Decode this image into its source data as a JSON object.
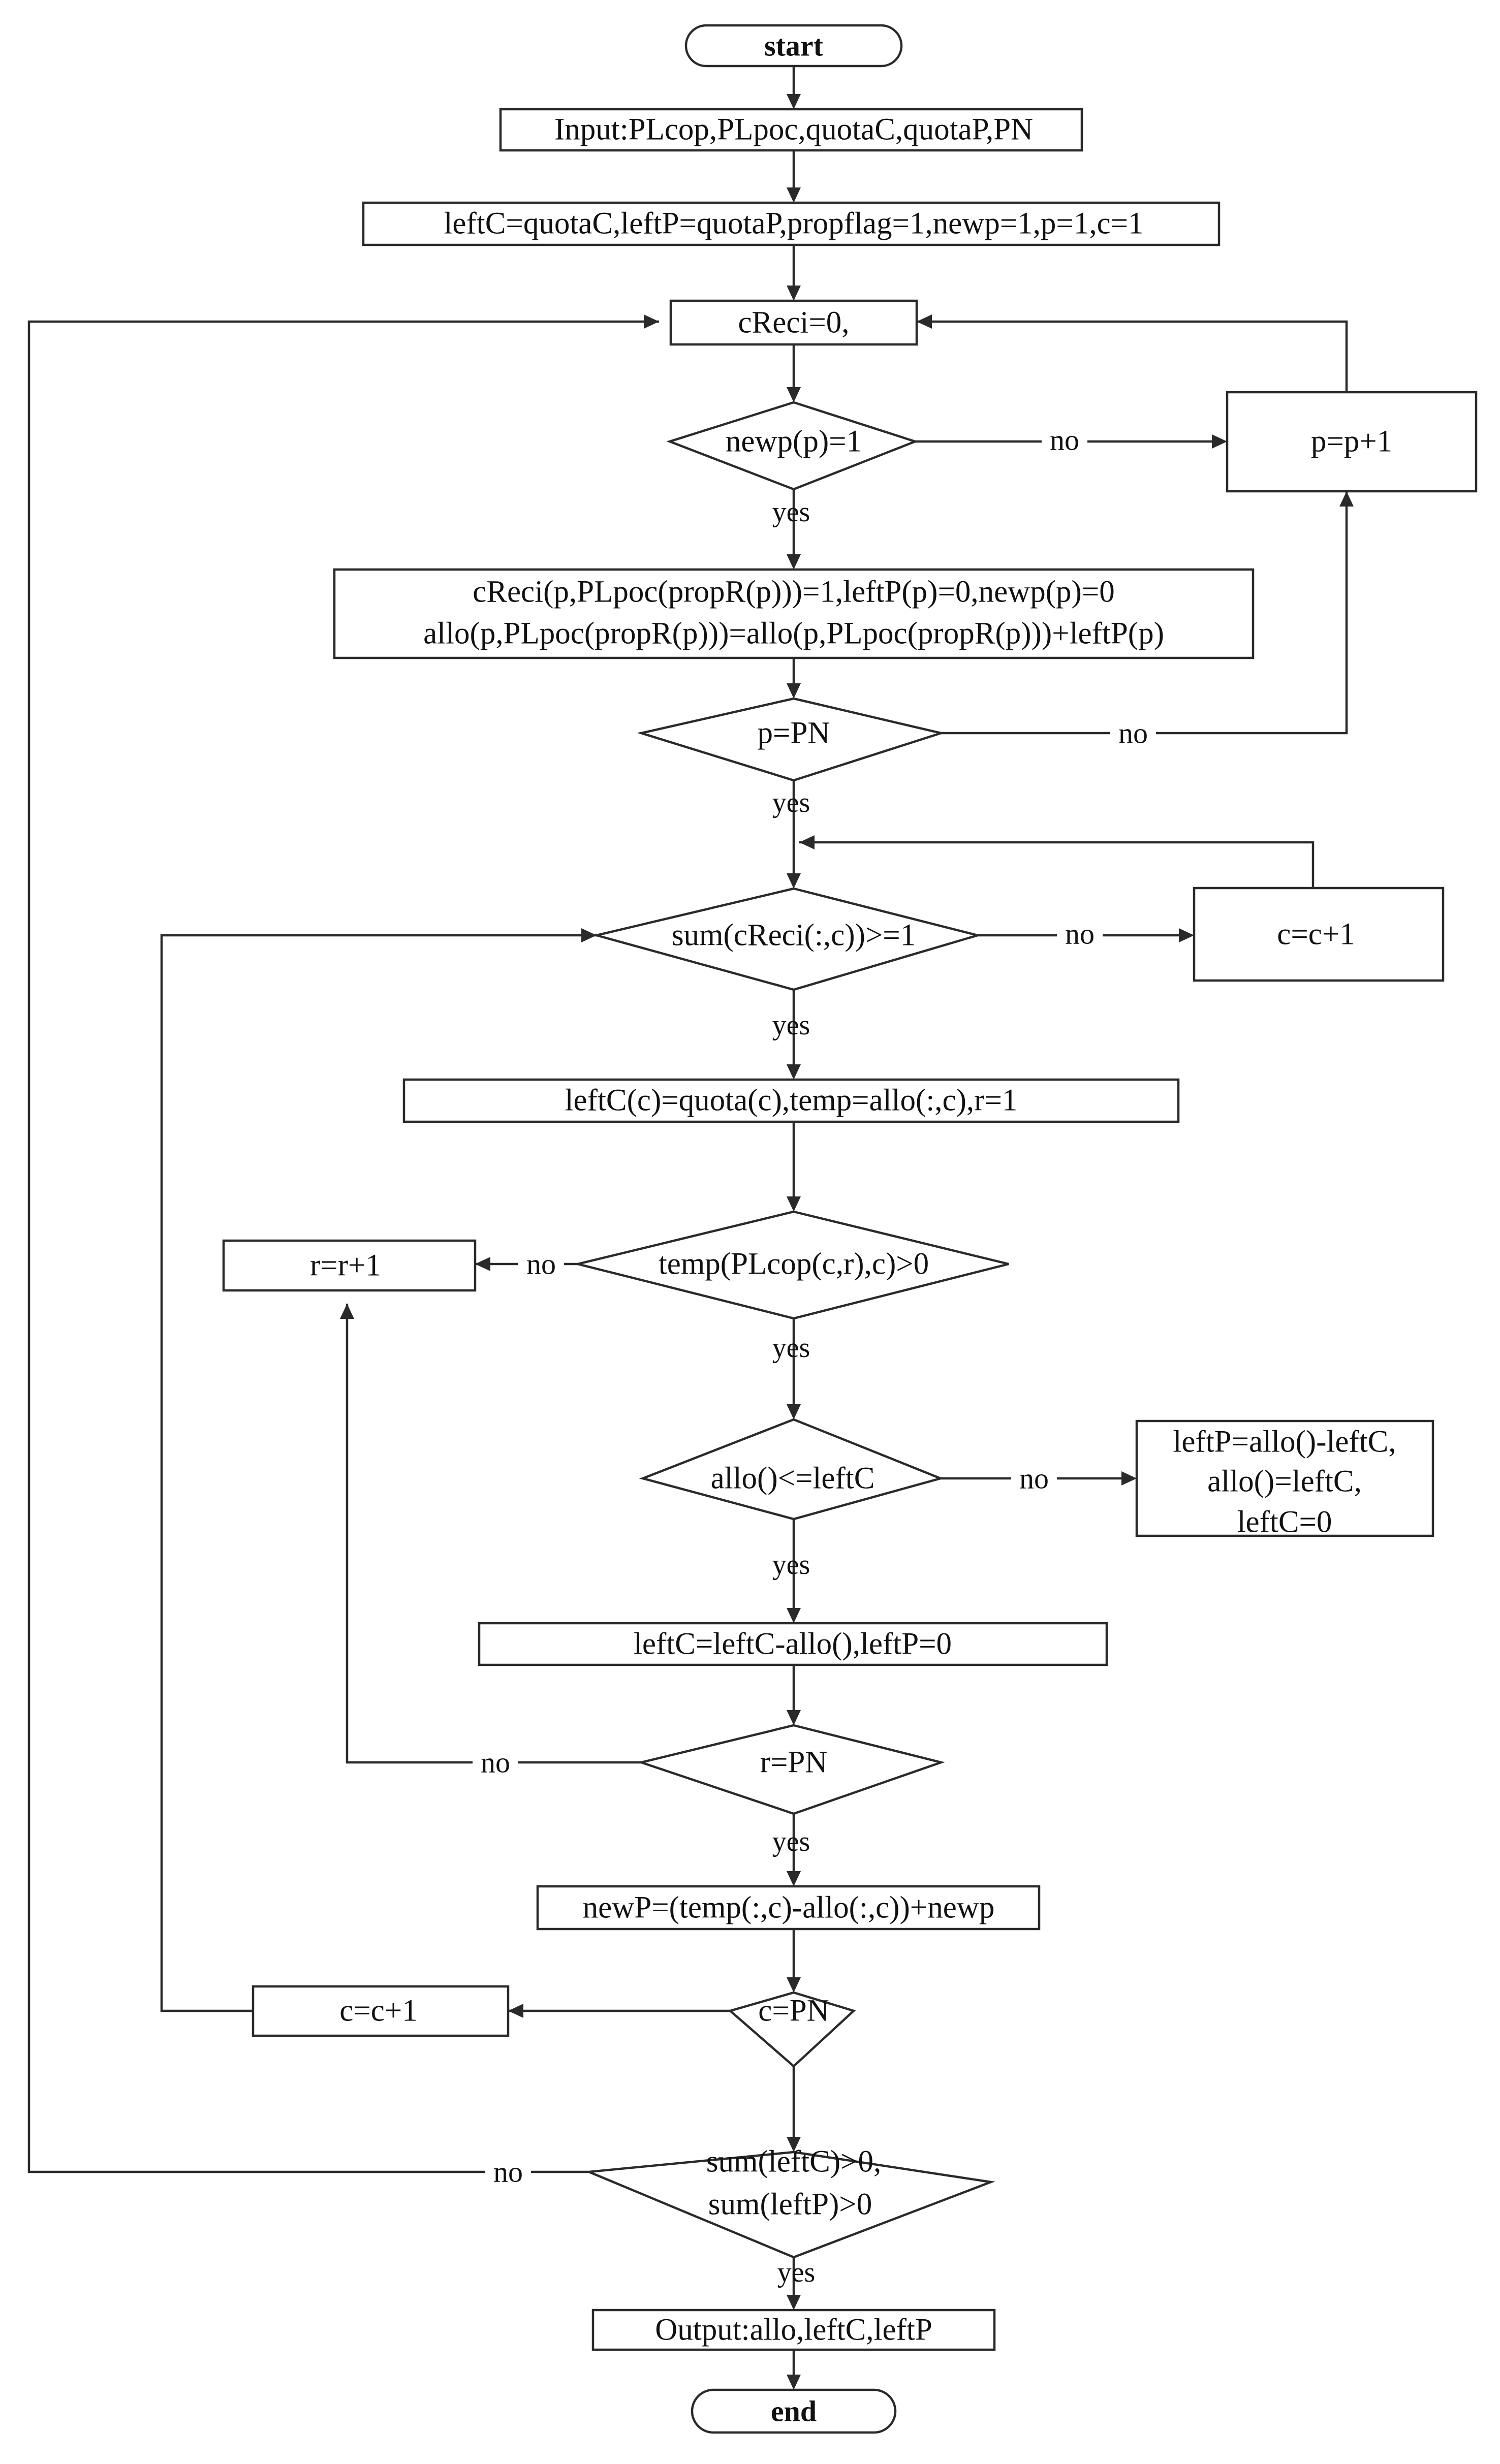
{
  "flowchart": {
    "start": "start",
    "end": "end",
    "input": "Input:PLcop,PLpoc,quotaC,quotaP,PN",
    "init": "leftC=quotaC,leftP=quotaP,propflag=1,newp=1,p=1,c=1",
    "creci_reset": "cReci=0,",
    "newp_check": "newp(p)=1",
    "p_increment": "p=p+1",
    "assign_line1": "cReci(p,PLpoc(propR(p)))=1,leftP(p)=0,newp(p)=0",
    "assign_line2": "allo(p,PLpoc(propR(p)))=allo(p,PLpoc(propR(p)))+leftP(p)",
    "p_eq_pn": "p=PN",
    "sum_creci_check": "sum(cReci(:,c))>=1",
    "c_increment_top": "c=c+1",
    "leftc_init": "leftC(c)=quota(c),temp=allo(:,c),r=1",
    "temp_check": "temp(PLcop(c,r),c)>0",
    "r_increment": "r=r+1",
    "allo_check": "allo()<=leftC",
    "leftp_box_line1": "leftP=allo()-leftC,",
    "leftp_box_line2": "allo()=leftC,",
    "leftp_box_line3": "leftC=0",
    "leftc_update": "leftC=leftC-allo(),leftP=0",
    "r_eq_pn": "r=PN",
    "newp_update": "newP=(temp(:,c)-allo(:,c))+newp",
    "c_eq_pn": "c=PN",
    "c_increment_bottom": "c=c+1",
    "final_check_line1": "sum(leftC)>0,",
    "final_check_line2": "sum(leftP)>0",
    "output": "Output:allo,leftC,leftP",
    "label_yes": "yes",
    "label_no": "no"
  }
}
